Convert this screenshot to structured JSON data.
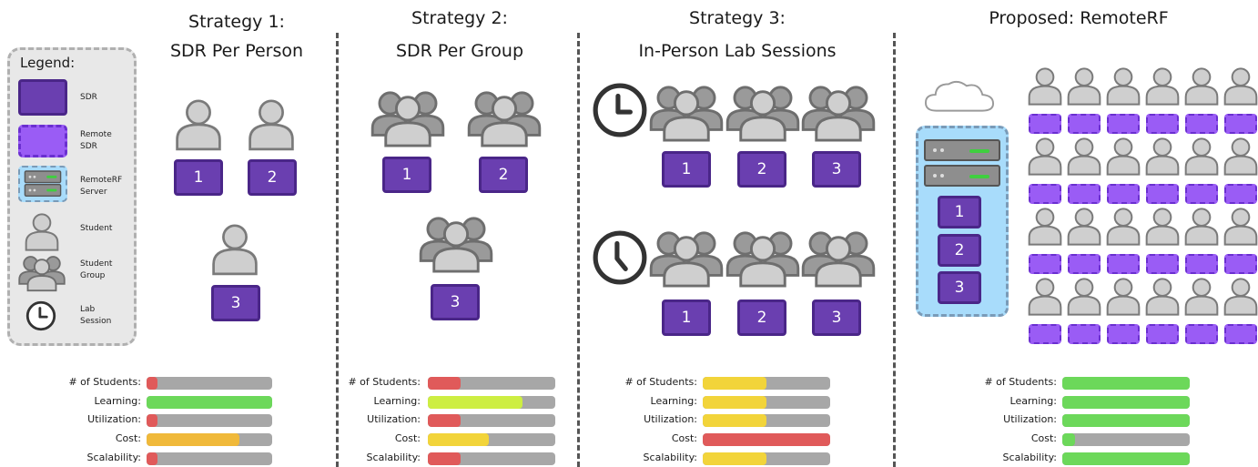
{
  "legend": {
    "title": "Legend:",
    "items": [
      {
        "key": "sdr",
        "label": "SDR"
      },
      {
        "key": "remote_sdr",
        "label": "Remote\nSDR"
      },
      {
        "key": "server",
        "label": "RemoteRF\nServer"
      },
      {
        "key": "student",
        "label": "Student"
      },
      {
        "key": "group",
        "label": "Student\nGroup"
      },
      {
        "key": "lab",
        "label": "Lab\nSession"
      }
    ]
  },
  "panels": [
    {
      "title_line1": "Strategy 1:",
      "title_line2": "SDR Per Person",
      "sdr_labels": [
        "1",
        "2",
        "3"
      ]
    },
    {
      "title_line1": "Strategy 2:",
      "title_line2": "SDR Per Group",
      "sdr_labels": [
        "1",
        "2",
        "3"
      ]
    },
    {
      "title_line1": "Strategy 3:",
      "title_line2": "In-Person Lab Sessions",
      "sdr_labels": [
        "1",
        "2",
        "3",
        "1",
        "2",
        "3"
      ]
    },
    {
      "title_line1": "Proposed: RemoteRF",
      "title_line2": "",
      "sdr_labels": [
        "1",
        "2",
        "3"
      ]
    }
  ],
  "metric_labels": [
    "# of Students:",
    "Learning:",
    "Utilization:",
    "Cost:",
    "Scalability:"
  ],
  "metrics": [
    [
      {
        "level": 0.08,
        "color": "#e05a5a"
      },
      {
        "level": 1.0,
        "color": "#6cd85a"
      },
      {
        "level": 0.08,
        "color": "#e05a5a"
      },
      {
        "level": 0.74,
        "color": "#f0b93a"
      },
      {
        "level": 0.08,
        "color": "#e05a5a"
      }
    ],
    [
      {
        "level": 0.26,
        "color": "#e05a5a"
      },
      {
        "level": 0.74,
        "color": "#cdee42"
      },
      {
        "level": 0.26,
        "color": "#e05a5a"
      },
      {
        "level": 0.48,
        "color": "#f2d43a"
      },
      {
        "level": 0.26,
        "color": "#e05a5a"
      }
    ],
    [
      {
        "level": 0.5,
        "color": "#f2d43a"
      },
      {
        "level": 0.5,
        "color": "#f2d43a"
      },
      {
        "level": 0.5,
        "color": "#f2d43a"
      },
      {
        "level": 1.0,
        "color": "#e05a5a"
      },
      {
        "level": 0.5,
        "color": "#f2d43a"
      }
    ],
    [
      {
        "level": 1.0,
        "color": "#6cd85a"
      },
      {
        "level": 1.0,
        "color": "#6cd85a"
      },
      {
        "level": 1.0,
        "color": "#6cd85a"
      },
      {
        "level": 0.1,
        "color": "#6cd85a"
      },
      {
        "level": 1.0,
        "color": "#6cd85a"
      }
    ]
  ],
  "colors": {
    "sdr": "#6a3fb0",
    "remote_sdr": "#9a5cf5",
    "person": "#cfcfcf",
    "group_back": "#9a9a9a",
    "track": "#a7a7a7"
  }
}
